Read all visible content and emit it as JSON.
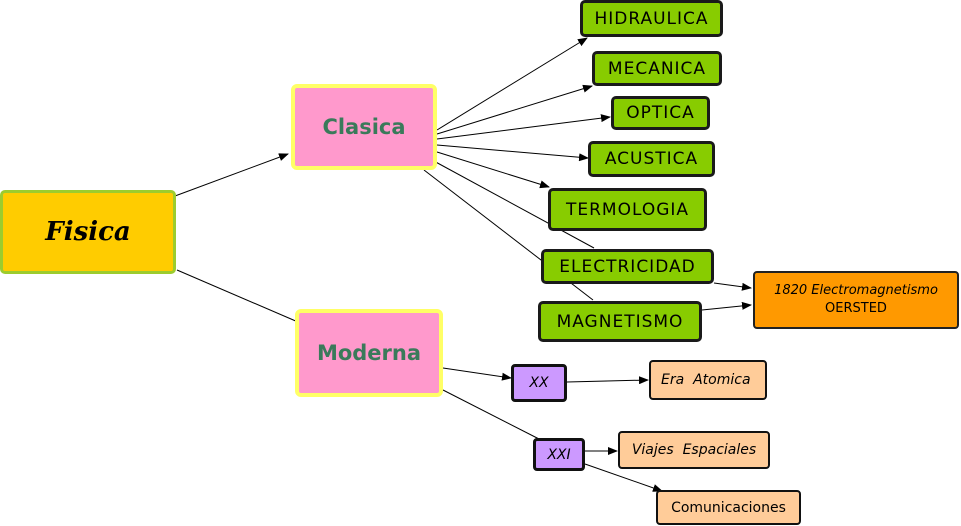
{
  "root": {
    "label": "Fisica"
  },
  "categories": {
    "clasica": "Clasica",
    "moderna": "Moderna"
  },
  "clasica_branches": {
    "hidraulica": "HIDRAULICA",
    "mecanica": "MECANICA",
    "optica": "OPTICA",
    "acustica": "ACUSTICA",
    "termologia": "TERMOLOGIA",
    "electricidad": "ELECTRICIDAD",
    "magnetismo": "MAGNETISMO"
  },
  "electromagnetismo": {
    "line1": "1820 Electromagnetismo",
    "line2": "OERSTED"
  },
  "moderna_eras": {
    "xx": "XX",
    "xxi": "XXI"
  },
  "moderna_results": {
    "era_atomica": "Era  Atomica",
    "viajes_espaciales": "Viajes  Espaciales",
    "comunicaciones": "Comunicaciones"
  }
}
